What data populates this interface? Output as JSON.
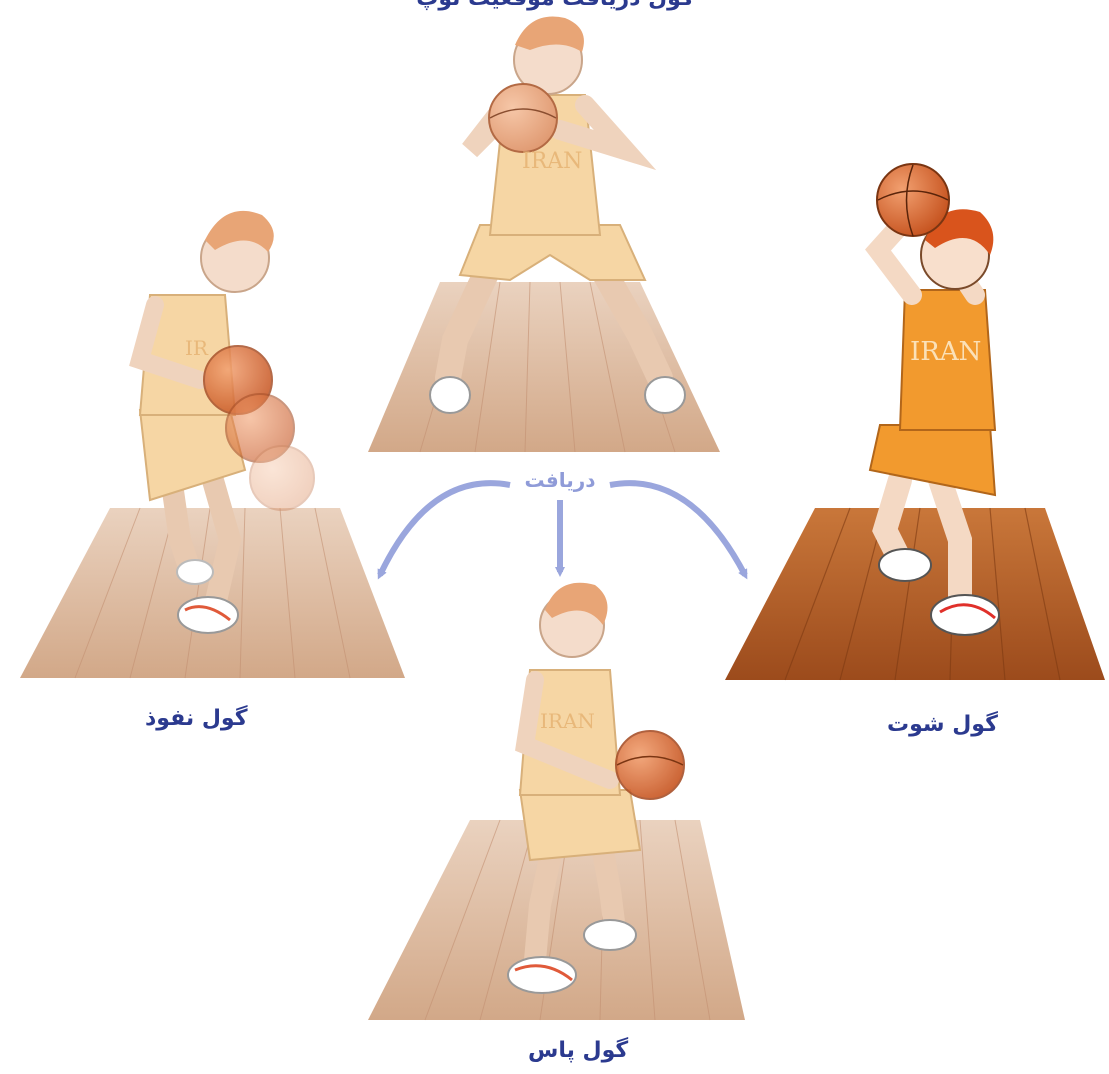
{
  "caption_top": "گول دریافت موقعیت توپ",
  "center_label": "دریافت",
  "labels": {
    "left": "گول نفوذ",
    "right": "گول شوت",
    "bottom": "گول پاس"
  },
  "jersey_text": "IRAN",
  "colors": {
    "label": "#2b3a8f",
    "arrow": "#9aa6dd",
    "floor_light": "#d9b49a",
    "floor_dark": "#b8622a",
    "jersey_faded": "#f3c98a",
    "jersey_bright": "#f08a1c",
    "ball": "#d8642a"
  }
}
